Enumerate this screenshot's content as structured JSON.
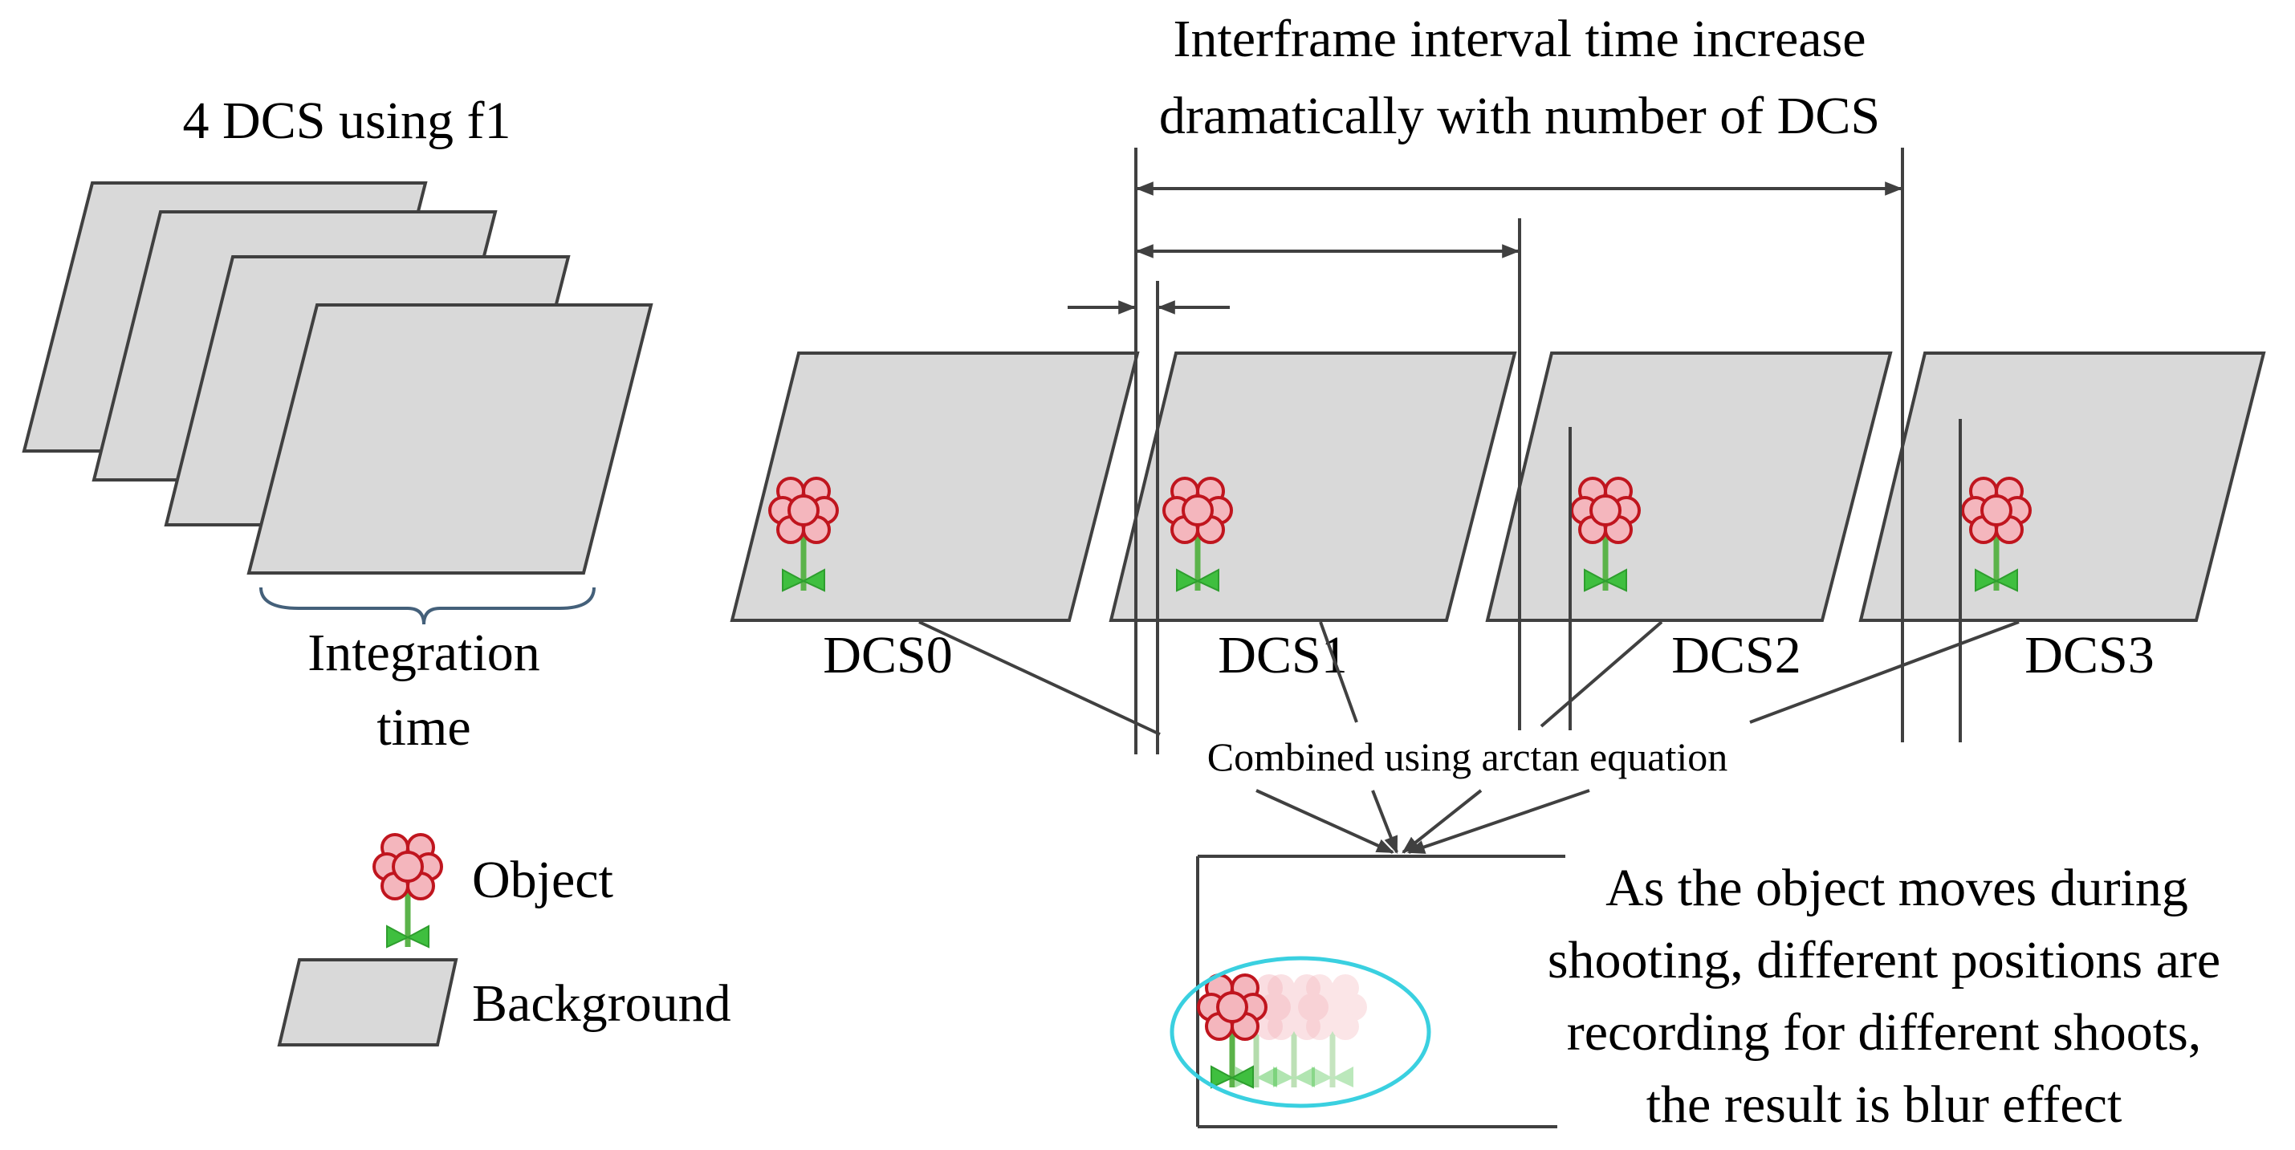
{
  "titles": {
    "left": "4 DCS using f1",
    "right_line1": "Interframe interval time increase",
    "right_line2": "dramatically with number of DCS"
  },
  "integration_time": {
    "line1": "Integration",
    "line2": "time"
  },
  "frames": [
    {
      "label": "DCS0"
    },
    {
      "label": "DCS1"
    },
    {
      "label": "DCS2"
    },
    {
      "label": "DCS3"
    }
  ],
  "combine_label": "Combined using arctan equation",
  "legend": {
    "object_label": "Object",
    "background_label": "Background"
  },
  "result_text": {
    "line1": "As the object moves during",
    "line2": "shooting, different positions are",
    "line3": "recording for different shoots,",
    "line4": "the result is blur effect"
  },
  "colors": {
    "frame_fill": "#d9d9d9",
    "frame_stroke": "#404040",
    "petal_fill": "#f4b6bd",
    "petal_stroke": "#c0151e",
    "stem": "#5bb34a",
    "leaf": "#3fbf3f",
    "highlight_ellipse": "#3ad0e0"
  }
}
